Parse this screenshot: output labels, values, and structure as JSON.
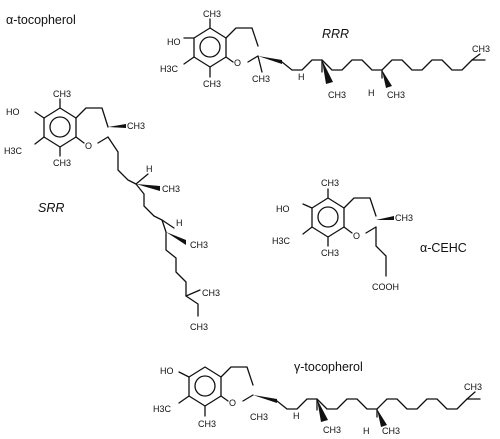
{
  "captions": {
    "alpha_tocopherol": "α-tocopherol",
    "rrr": "RRR",
    "srr": "SRR",
    "alpha_cehc": "α-CEHC",
    "gamma_tocopherol": "γ-tocopherol"
  },
  "atoms": {
    "ho": "HO",
    "o": "O",
    "ch3": "CH3",
    "h3c": "H3C",
    "h": "H",
    "cooh": "COOH"
  }
}
